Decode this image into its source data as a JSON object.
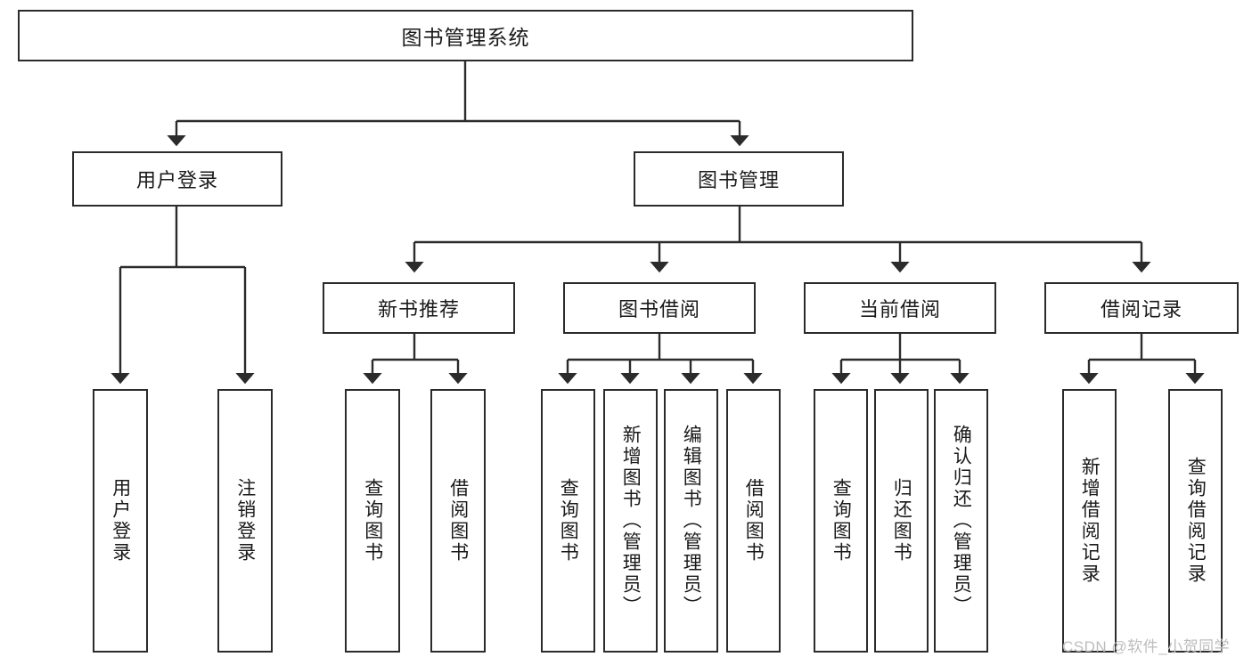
{
  "diagram": {
    "type": "hierarchy-tree",
    "title": "图书管理系统",
    "root": {
      "label": "图书管理系统"
    },
    "level2": [
      {
        "label": "用户登录"
      },
      {
        "label": "图书管理"
      }
    ],
    "level3": [
      {
        "label": "新书推荐"
      },
      {
        "label": "图书借阅"
      },
      {
        "label": "当前借阅"
      },
      {
        "label": "借阅记录"
      }
    ],
    "leaves": {
      "user_login": [
        "用户登录",
        "注销登录"
      ],
      "new_book_recommend": [
        "查询图书",
        "借阅图书"
      ],
      "book_borrow": [
        "查询图书",
        "新增图书（管理员）",
        "编辑图书（管理员）",
        "借阅图书"
      ],
      "current_borrow": [
        "查询图书",
        "归还图书",
        "确认归还（管理员）"
      ],
      "borrow_record": [
        "新增借阅记录",
        "查询借阅记录"
      ]
    }
  },
  "watermark": {
    "text": "CSDN @软件_小贺同学"
  },
  "colors": {
    "stroke": "#2b2b2b",
    "background": "#ffffff",
    "text": "#1a1a1a",
    "watermark": "#bdbdbd"
  }
}
